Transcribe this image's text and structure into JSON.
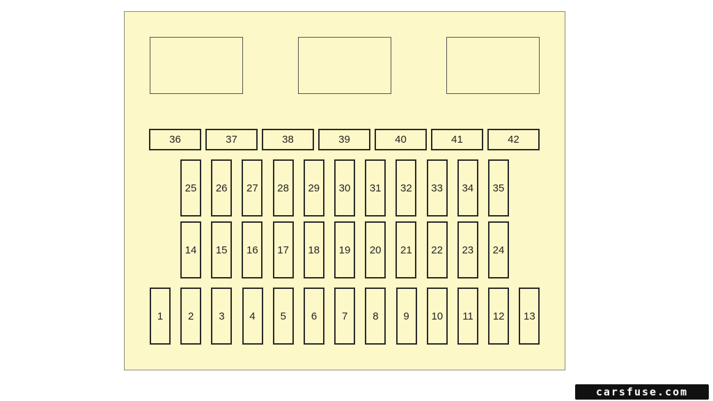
{
  "diagram": {
    "horizontal_fuses": [
      "36",
      "37",
      "38",
      "39",
      "40",
      "41",
      "42"
    ],
    "top_row_fuses": [
      "25",
      "26",
      "27",
      "28",
      "29",
      "30",
      "31",
      "32",
      "33",
      "34",
      "35"
    ],
    "middle_row_fuses": [
      "14",
      "15",
      "16",
      "17",
      "18",
      "19",
      "20",
      "21",
      "22",
      "23",
      "24"
    ],
    "bottom_row_fuses": [
      "1",
      "2",
      "3",
      "4",
      "5",
      "6",
      "7",
      "8",
      "9",
      "10",
      "11",
      "12",
      "13"
    ]
  },
  "watermark": "carsfuse.com",
  "colors": {
    "panel": "#fdf8c8",
    "outline": "#2a2a2a"
  }
}
